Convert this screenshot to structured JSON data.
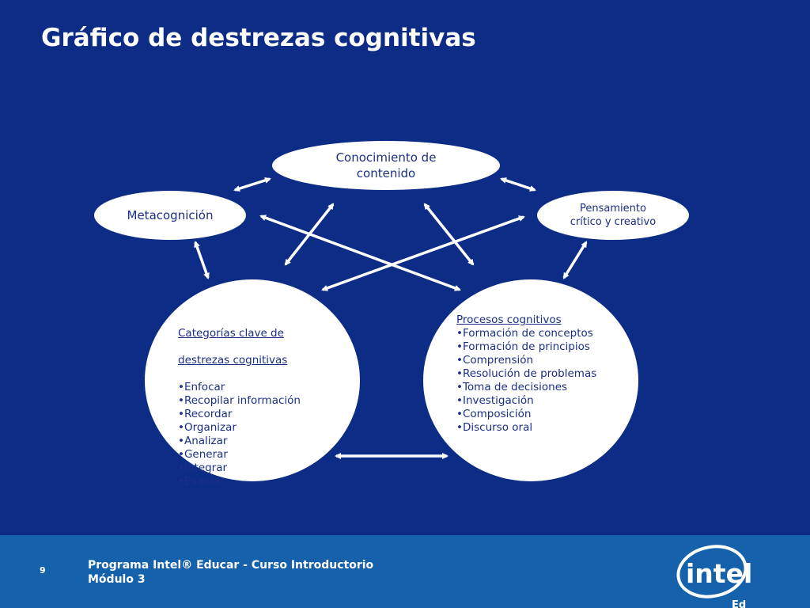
{
  "slide": {
    "title": "Gráfico de destrezas cognitivas"
  },
  "diagram": {
    "nodes": {
      "conocimiento": [
        "Conocimiento de",
        "contenido"
      ],
      "metacognicion": "Metacognición",
      "pensamiento": [
        "Pensamiento",
        "crítico y  creativo"
      ]
    },
    "categorias": {
      "heading": [
        "Categorías clave de",
        "destrezas cognitivas"
      ],
      "items": [
        "Enfocar",
        "Recopilar información",
        "Recordar",
        "Organizar",
        "Analizar",
        "Generar",
        "Integrar",
        "Evaluar"
      ]
    },
    "procesos": {
      "heading": "Procesos cognitivos",
      "items": [
        "Formación de conceptos",
        "Formación de principios",
        "Comprensión",
        "Resolución de problemas",
        "Toma de decisiones",
        "Investigación",
        "Composición",
        "Discurso oral"
      ]
    },
    "arrows": [
      {
        "from": "metacognicion",
        "to": "conocimiento"
      },
      {
        "from": "conocimiento",
        "to": "pensamiento"
      },
      {
        "from": "metacognicion",
        "to": "categorias"
      },
      {
        "from": "pensamiento",
        "to": "procesos"
      },
      {
        "from": "conocimiento",
        "to": "categorias"
      },
      {
        "from": "conocimiento",
        "to": "procesos"
      },
      {
        "from": "metacognicion",
        "to": "procesos"
      },
      {
        "from": "pensamiento",
        "to": "categorias"
      },
      {
        "from": "categorias",
        "to": "procesos"
      }
    ]
  },
  "footer": {
    "page_number": "9",
    "line1": "Programa Intel® Educar -  Curso Introductorio",
    "line2": "Módulo 3",
    "logo_text": "intel",
    "logo_subtext": "Ed"
  },
  "colors": {
    "background": "#0d2c86",
    "footer": "#1561ab",
    "node_fill": "#ffffff",
    "node_text": "#1a2f86"
  }
}
